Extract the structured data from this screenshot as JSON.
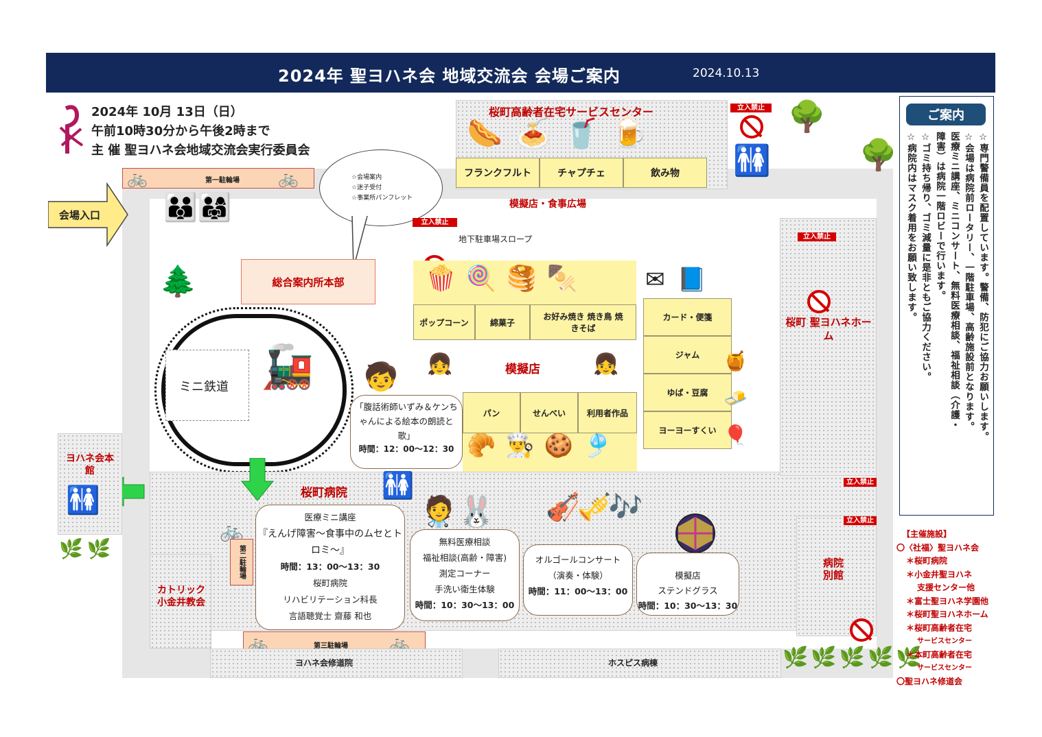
{
  "header": {
    "title": "2024年 聖ヨハネ会 地域交流会 会場ご案内",
    "date": "2024.10.13"
  },
  "event": {
    "date_line": "2024年 10月 13日（日）",
    "time_line": "午前10時30分から午後2時まで",
    "organizer_line": "主 催 聖ヨハネ会地域交流会実行委員会"
  },
  "parking": {
    "first": "第一駐輪場",
    "second": "第二駐輪場",
    "third": "第三駐輪場"
  },
  "entrance": "会場入口",
  "speech": {
    "items": [
      "☆会場案内",
      "☆迷子受付",
      "☆事業所パンフレット"
    ]
  },
  "buildings": {
    "center": "桜町高齢者在宅サービスセンター",
    "hq": "総合案内所本部",
    "yohane_hq": "ヨハネ会本館",
    "hospital": "桜町病院",
    "home": "桜町 聖ヨハネホーム",
    "annex": "病院別館",
    "church": "カトリック 小金井教会",
    "monastery": "ヨハネ会修道院",
    "hospice": "ホスピス病棟"
  },
  "areas": {
    "food_plaza": "模擬店・食事広場",
    "mogiten": "模擬店",
    "slope": "地下駐車場スロープ",
    "rail": "ミニ鉄道"
  },
  "no_entry": "立入禁止",
  "stalls_top": [
    "フランクフルト",
    "チャプチェ",
    "飲み物"
  ],
  "stalls_mid": [
    "ポップコーン",
    "綿菓子",
    "お好み焼き 焼き鳥 焼きそば"
  ],
  "stalls_right": [
    "カード・便箋",
    "ジャム",
    "ゆば・豆腐",
    "ヨーヨーすくい"
  ],
  "stalls_bottom": [
    "パン",
    "せんべい",
    "利用者作品"
  ],
  "ventriloquist": {
    "title": "「腹話術師いずみ＆ケンちゃんによる絵本の朗読と歌」",
    "time": "時間：12：00〜12：30"
  },
  "lecture": {
    "title": "医療ミニ講座",
    "subtitle": "『えんげ障害〜食事中のムセとトロミ〜』",
    "time": "時間：13：00〜13：30",
    "org": "桜町病院",
    "role": "リハビリテーション科長",
    "name": "言語聴覚士 齋藤 和也"
  },
  "consult": {
    "l1": "無料医療相談",
    "l2": "福祉相談(高齢・障害)",
    "l3": "測定コーナー",
    "l4": "手洗い衛生体験",
    "time": "時間：10：30〜13：00"
  },
  "concert": {
    "l1": "オルゴールコンサート",
    "l2": "（演奏・体験）",
    "time": "時間：11：00〜13：00"
  },
  "glass": {
    "l1": "模擬店",
    "l2": "ステンドグラス",
    "time": "時間：10：30〜13：30"
  },
  "guide": {
    "title": "ご案内",
    "lines": [
      "☆専門警備員を配置しています。警備、防犯にご協力お願いします。",
      "☆会場は病院前ロータリー、一階駐車場、高齢施設前となります。",
      "医療ミニ講座、ミニコンサート、無料医療相談、福祉相談（介護・",
      "障害）は病院一階ロビーで行います。",
      "☆ゴミ持ち帰り、ゴミ減量に是非ともご協力ください。",
      "☆病院内はマスク着用をお願い致します。"
    ]
  },
  "sponsors": {
    "title": "【主催施設】",
    "items": [
      "〇〈社福〉聖ヨハネ会",
      "＊桜町病院",
      "＊小金井聖ヨハネ",
      "支援センター他",
      "＊富士聖ヨハネ学園他",
      "＊桜町聖ヨハネホーム",
      "＊桜町高齢者在宅",
      "サービスセンター",
      "＊本町高齢者在宅",
      "サービスセンター",
      "〇聖ヨハネ修道会"
    ]
  },
  "colors": {
    "header_bg": "#13295b",
    "accent_red": "#c00000",
    "stall_yellow": "#fdf4a6",
    "arrow_green": "#2fd34a"
  }
}
